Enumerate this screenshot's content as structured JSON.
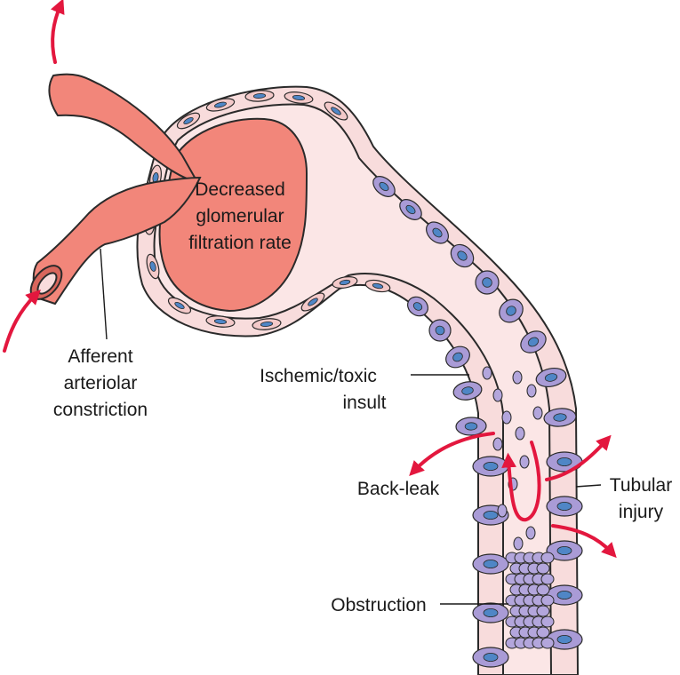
{
  "labels": {
    "gfr_line1": "Decreased",
    "gfr_line2": "glomerular",
    "gfr_line3": "filtration rate",
    "afferent_line1": "Afferent",
    "afferent_line2": "arteriolar",
    "afferent_line3": "constriction",
    "ischemic_line1": "Ischemic/toxic",
    "ischemic_line2": "insult",
    "backleak": "Back-leak",
    "tubular_line1": "Tubular",
    "tubular_line2": "injury",
    "obstruction": "Obstruction"
  },
  "colors": {
    "vessel": "#f2867a",
    "vessel_dark": "#d9665c",
    "capsule": "#f8dcdc",
    "lumen": "#fbe6e6",
    "healthy_cell": "#f3c9c9",
    "injured_cell": "#a99bd6",
    "nucleus": "#4f86c6",
    "cast": "#b3a6dc",
    "arrow": "#e3173e"
  }
}
